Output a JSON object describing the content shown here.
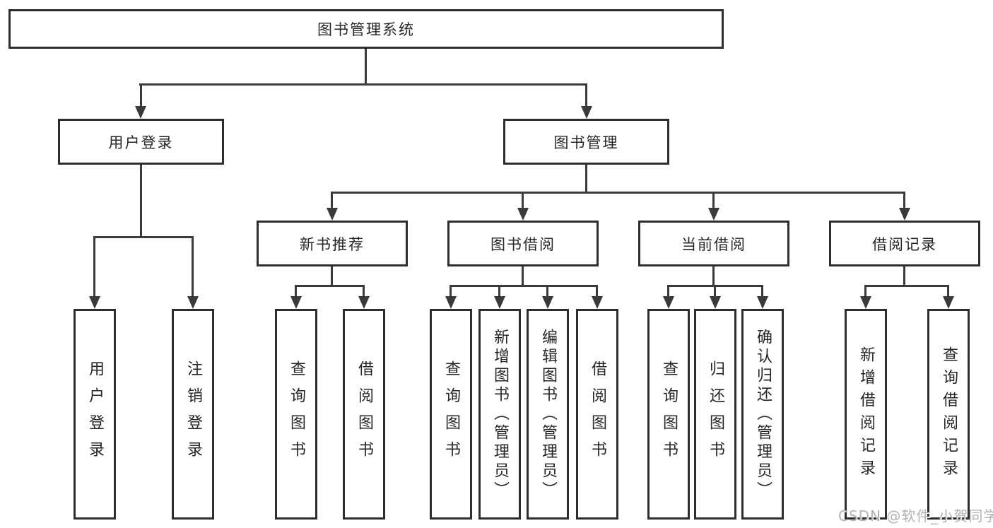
{
  "tree": {
    "label": "图书管理系统",
    "children": [
      {
        "label": "用户登录",
        "children": [
          {
            "label": "用户登录"
          },
          {
            "label": "注销登录"
          }
        ]
      },
      {
        "label": "图书管理",
        "children": [
          {
            "label": "新书推荐",
            "children": [
              {
                "label": "查询图书"
              },
              {
                "label": "借阅图书"
              }
            ]
          },
          {
            "label": "图书借阅",
            "children": [
              {
                "label": "查询图书"
              },
              {
                "label": "新增图书（管理员）"
              },
              {
                "label": "编辑图书（管理员）"
              },
              {
                "label": "借阅图书"
              }
            ]
          },
          {
            "label": "当前借阅",
            "children": [
              {
                "label": "查询图书"
              },
              {
                "label": "归还图书"
              },
              {
                "label": "确认归还（管理员）"
              }
            ]
          },
          {
            "label": "借阅记录",
            "children": [
              {
                "label": "新增借阅记录"
              },
              {
                "label": "查询借阅记录"
              }
            ]
          }
        ]
      }
    ]
  },
  "watermark": {
    "text": "CSDN @软件_小贺同学"
  },
  "colors": {
    "line": "#3a3a3a",
    "box_border": "#2d2d2d",
    "box_fill": "#ffffff",
    "text": "#262626",
    "watermark": "#b3b3b3",
    "background": "#ffffff"
  }
}
